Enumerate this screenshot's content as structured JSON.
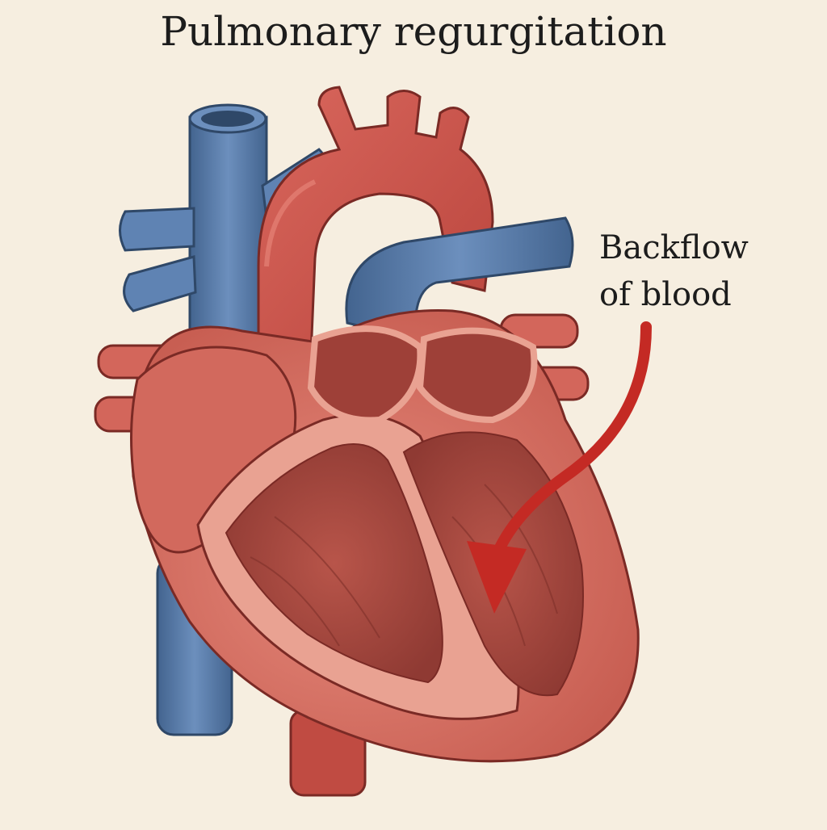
{
  "diagram": {
    "title": "Pulmonary regurgitation",
    "annotation": {
      "line1": "Backflow",
      "line2": "of blood"
    },
    "colors": {
      "background": "#f6eee0",
      "vein_blue": "#5a7fae",
      "artery_red": "#c9544c",
      "muscle": "#d9776a",
      "chamber_interior": "#a9483f",
      "arrow": "#c42a24"
    }
  }
}
